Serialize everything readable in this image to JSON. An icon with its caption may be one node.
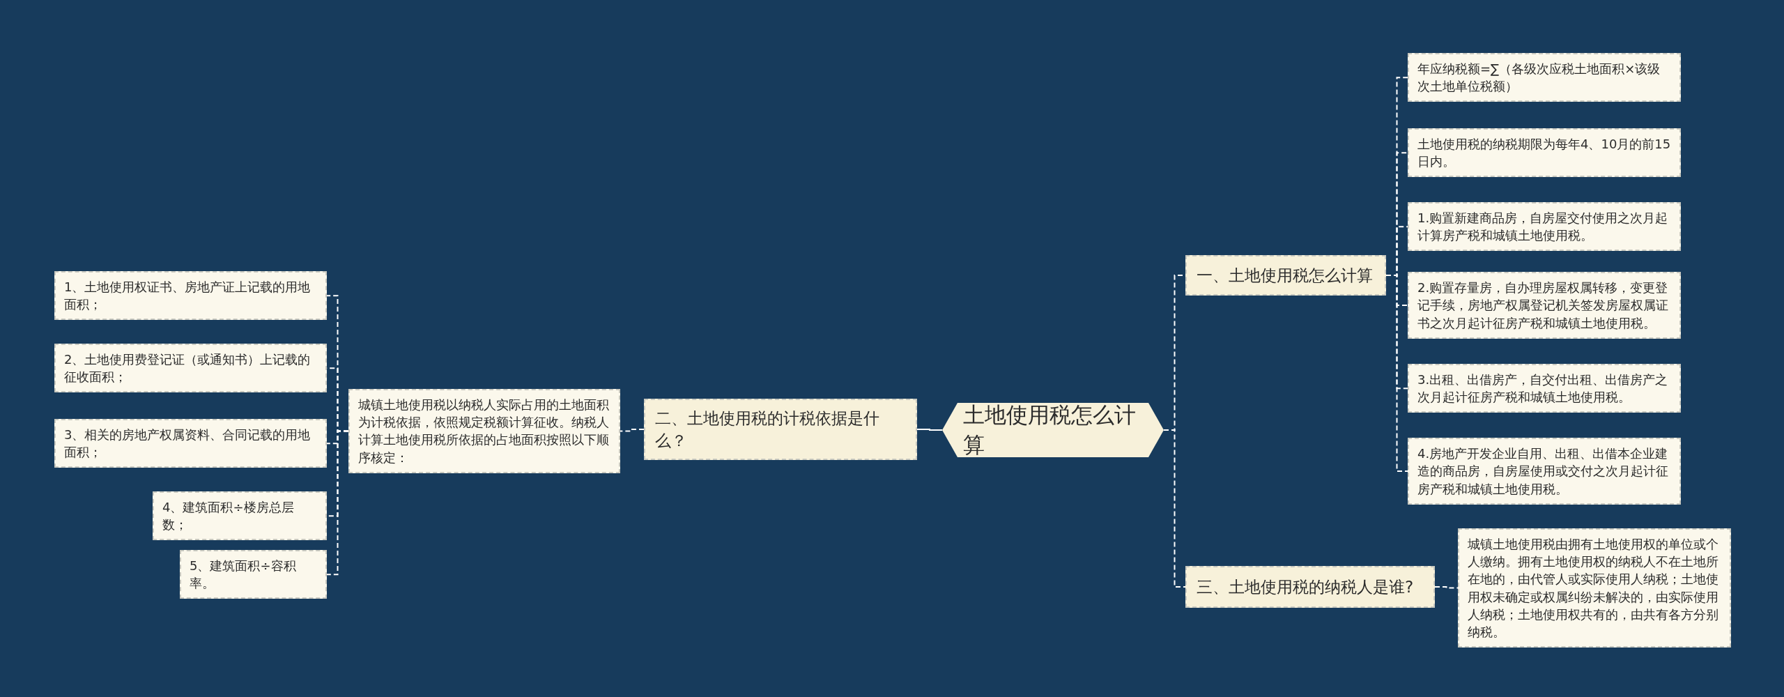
{
  "diagram": {
    "nodes": [
      {
        "text": [
          "土地使用税怎么计算"
        ]
      },
      {
        "text": [
          "一、土地使用税怎么计算"
        ]
      },
      {
        "text": [
          "年应纳税额=∑（各级次应税土地面积×该级次土地单位税额）"
        ]
      },
      {
        "text": [
          "土地使用税的纳税期限为每年4、10月的前15日内。"
        ]
      },
      {
        "text": [
          "1.购置新建商品房，自房屋交付使用之次月起计算房产税和城镇土地使用税。"
        ]
      },
      {
        "text": [
          "2.购置存量房，自办理房屋权属转移，变更登记手续，房地产权属登记机关签发房屋权属证书之次月起计征房产税和城镇土地使用税。"
        ]
      },
      {
        "text": [
          "3.出租、出借房产，自交付出租、出借房产之次月起计征房产税和城镇土地使用税。"
        ]
      },
      {
        "text": [
          "4.房地产开发企业自用、出租、出借本企业建造的商品房，自房屋使用或交付之次月起计征房产税和城镇土地使用税。"
        ]
      },
      {
        "text": [
          "二、土地使用税的计税依据是什么？"
        ]
      },
      {
        "text": [
          "城镇土地使用税以纳税人实际占用的土地面积为计税依据，依照规定税额计算征收。纳税人计算土地使用税所依据的占地面积按照以下顺序核定："
        ]
      },
      {
        "text": [
          "1、土地使用权证书、房地产证上记载的用地面积；"
        ]
      },
      {
        "text": [
          "2、土地使用费登记证（或通知书）上记载的征收面积；"
        ]
      },
      {
        "text": [
          "3、相关的房地产权属资料、合同记载的用地面积；"
        ]
      },
      {
        "text": [
          "4、建筑面积÷楼房总层数；"
        ]
      },
      {
        "text": [
          "5、建筑面积÷容积率。"
        ]
      },
      {
        "text": [
          "三、土地使用税的纳税人是谁?"
        ]
      },
      {
        "text": [
          "城镇土地使用税由拥有土地使用权的单位或个人缴纳。拥有土地使用权的纳税人不在土地所在地的，由代管人或实际使用人纳税；土地使用权未确定或权属纠纷未解决的，由实际使用人纳税；土地使用权共有的，由共有各方分别纳税。"
        ]
      }
    ],
    "edges": [
      {
        "from": 0,
        "to": 1,
        "arrow": "none",
        "style": "dashed"
      },
      {
        "from": 1,
        "to": 2,
        "arrow": "none",
        "style": "dashed"
      },
      {
        "from": 1,
        "to": 3,
        "arrow": "none",
        "style": "dashed"
      },
      {
        "from": 1,
        "to": 4,
        "arrow": "none",
        "style": "dashed"
      },
      {
        "from": 1,
        "to": 5,
        "arrow": "none",
        "style": "dashed"
      },
      {
        "from": 1,
        "to": 6,
        "arrow": "none",
        "style": "dashed"
      },
      {
        "from": 1,
        "to": 7,
        "arrow": "none",
        "style": "dashed"
      },
      {
        "from": 0,
        "to": 8,
        "arrow": "none"
      },
      {
        "from": 8,
        "to": 9,
        "arrow": "none",
        "style": "dashed"
      },
      {
        "from": 9,
        "to": 10,
        "arrow": "none",
        "style": "dashed"
      },
      {
        "from": 9,
        "to": 11,
        "arrow": "none",
        "style": "dashed"
      },
      {
        "from": 9,
        "to": 12,
        "arrow": "none",
        "style": "dashed"
      },
      {
        "from": 9,
        "to": 13,
        "arrow": "none",
        "style": "dashed"
      },
      {
        "from": 9,
        "to": 14,
        "arrow": "none",
        "style": "dashed"
      },
      {
        "from": 0,
        "to": 15,
        "arrow": "none",
        "style": "dashed"
      },
      {
        "from": 15,
        "to": 16,
        "arrow": "none",
        "style": "dashed"
      }
    ]
  }
}
